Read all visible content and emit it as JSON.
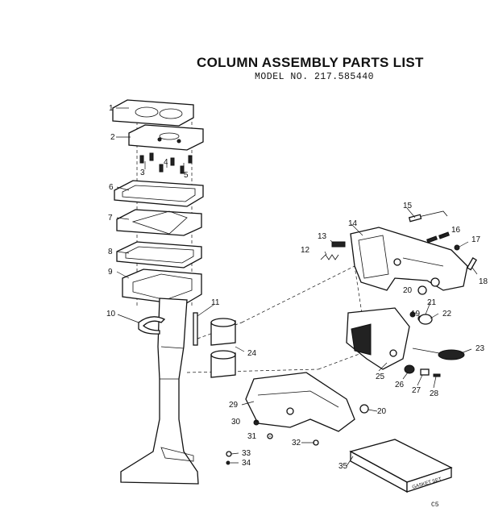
{
  "title": "COLUMN ASSEMBLY PARTS LIST",
  "model_line": "MODEL NO. 217.585440",
  "corner_code": "C5",
  "gasket_set_label": "GASKET SET",
  "callouts": [
    "1",
    "2",
    "3",
    "4",
    "5",
    "6",
    "7",
    "8",
    "9",
    "10",
    "11",
    "12",
    "13",
    "14",
    "15",
    "16",
    "17",
    "18",
    "19",
    "20",
    "21",
    "22",
    "23",
    "24",
    "25",
    "26",
    "27",
    "28",
    "29",
    "20",
    "30",
    "31",
    "32",
    "33",
    "34",
    "35"
  ]
}
